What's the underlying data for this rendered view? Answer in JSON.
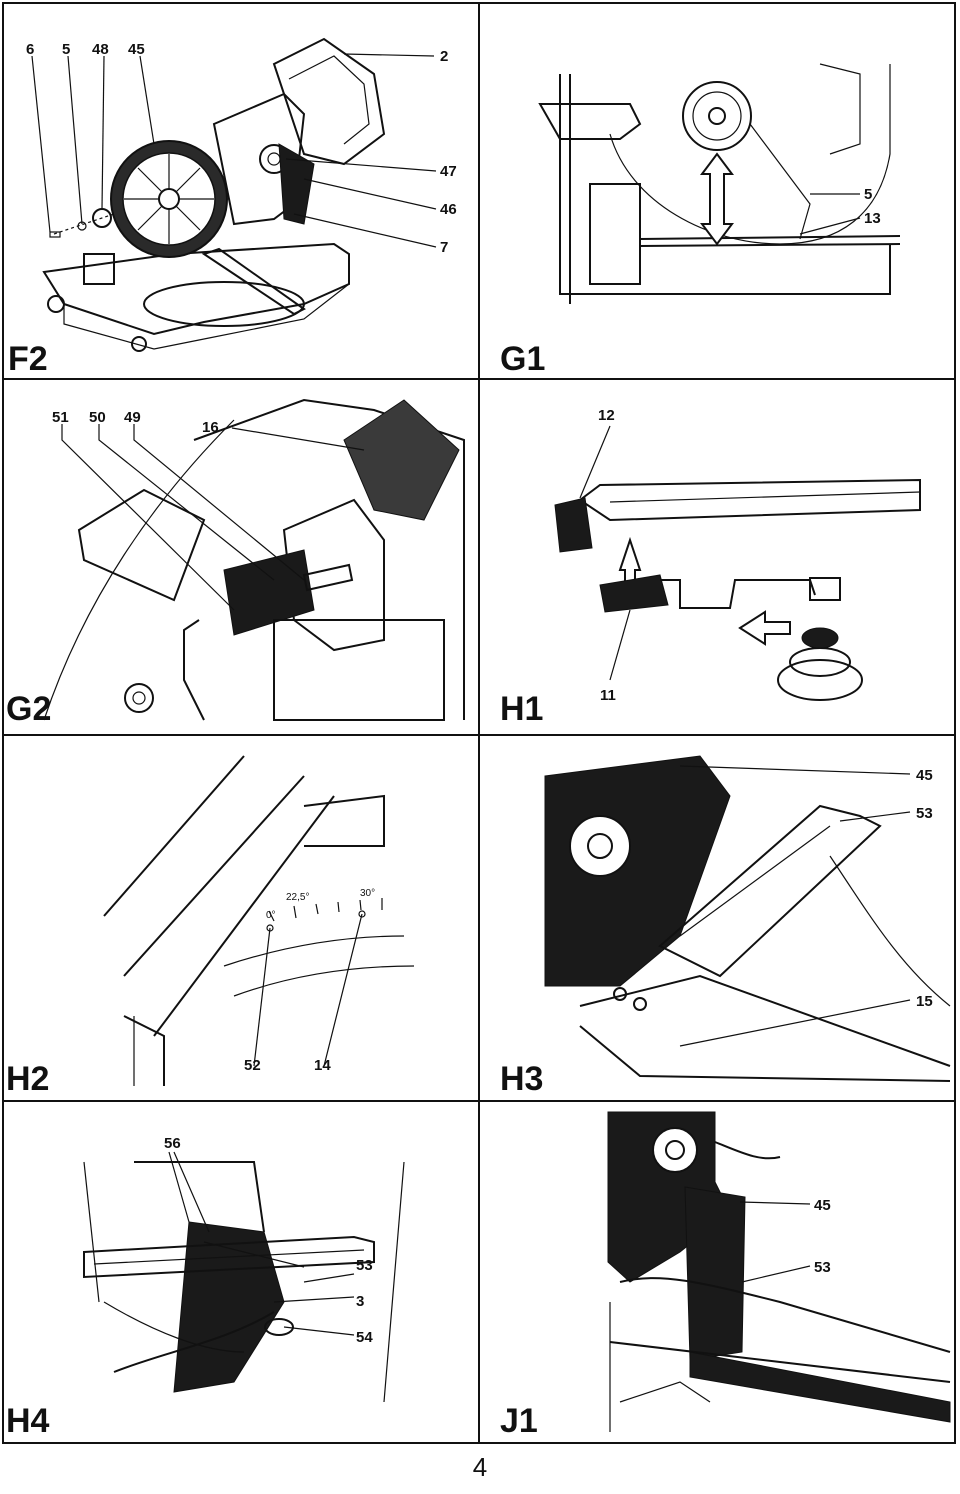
{
  "page_number": "4",
  "figures": {
    "F2": {
      "label": "F2",
      "callouts": [
        "6",
        "5",
        "48",
        "45",
        "2",
        "47",
        "46",
        "7"
      ]
    },
    "G1": {
      "label": "G1",
      "callouts": [
        "5",
        "13"
      ]
    },
    "G2": {
      "label": "G2",
      "callouts": [
        "51",
        "50",
        "49",
        "16"
      ]
    },
    "H1": {
      "label": "H1",
      "callouts": [
        "12",
        "11"
      ]
    },
    "H2": {
      "label": "H2",
      "callouts": [
        "52",
        "14"
      ],
      "scale_labels": [
        "22,5°",
        "0°",
        "30°"
      ]
    },
    "H3": {
      "label": "H3",
      "callouts": [
        "45",
        "53",
        "15"
      ]
    },
    "H4": {
      "label": "H4",
      "callouts": [
        "56",
        "53",
        "3",
        "54"
      ]
    },
    "J1": {
      "label": "J1",
      "callouts": [
        "45",
        "53"
      ]
    }
  }
}
